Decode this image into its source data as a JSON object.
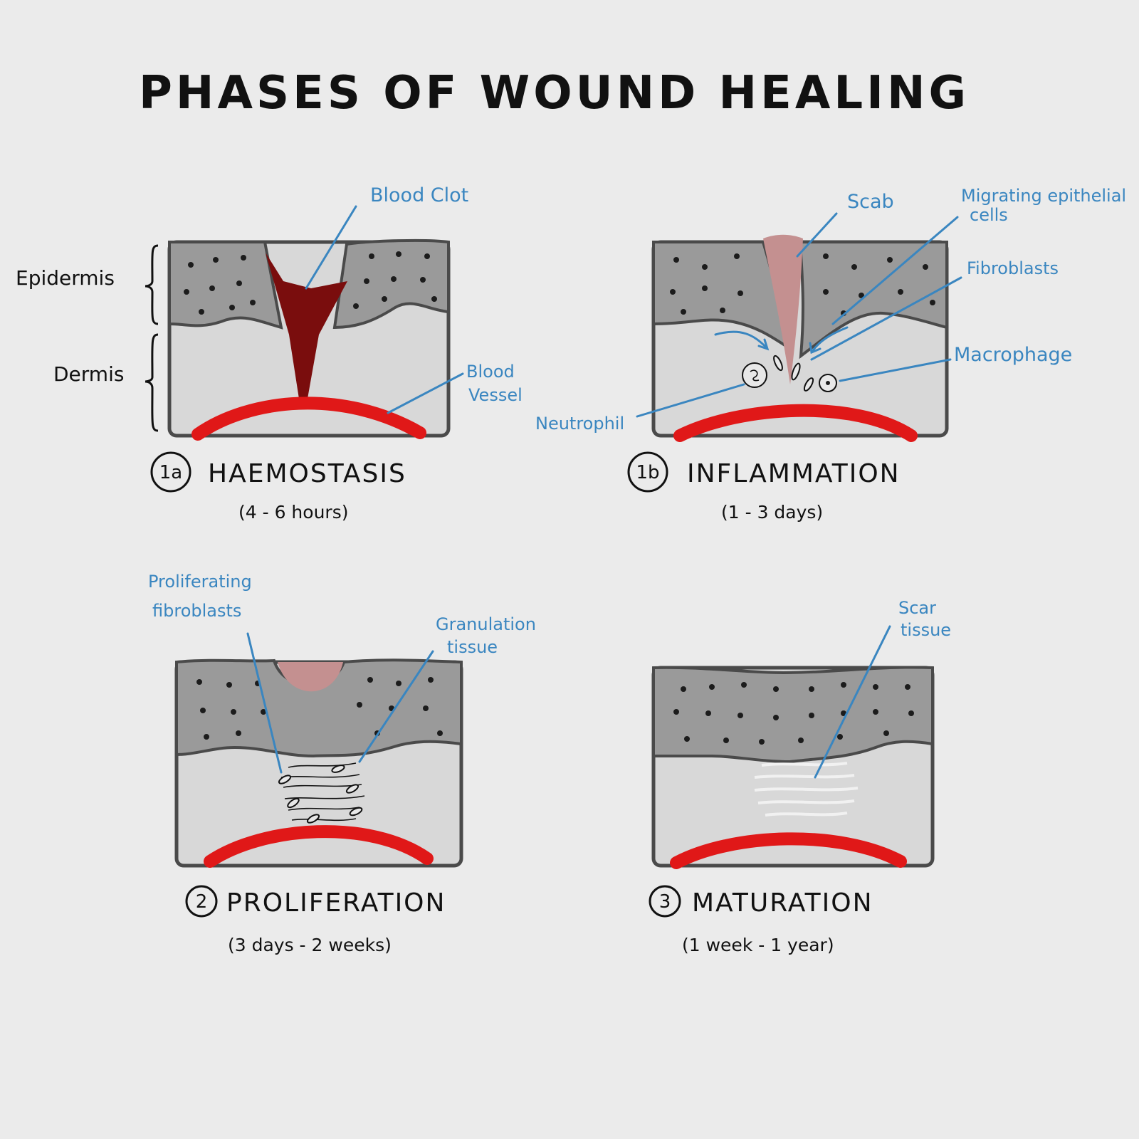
{
  "title": "PHASES OF WOUND HEALING",
  "layers": {
    "epidermis": "Epidermis",
    "dermis": "Dermis"
  },
  "panels": {
    "haemostasis": {
      "number": "1a",
      "name": "HAEMOSTASIS",
      "duration": "(4 - 6 hours)",
      "labels": {
        "blood_clot": "Blood Clot",
        "blood_vessel_1": "Blood",
        "blood_vessel_2": "Vessel"
      }
    },
    "inflammation": {
      "number": "1b",
      "name": "INFLAMMATION",
      "duration": "(1 - 3 days)",
      "labels": {
        "scab": "Scab",
        "migrating_1": "Migrating epithelial",
        "migrating_2": "cells",
        "fibroblasts": "Fibroblasts",
        "macrophage": "Macrophage",
        "neutrophil": "Neutrophil"
      }
    },
    "proliferation": {
      "number": "2",
      "name": "PROLIFERATION",
      "duration": "(3 days - 2 weeks)",
      "labels": {
        "prolif_1": "Proliferating",
        "prolif_2": "fibroblasts",
        "granulation_1": "Granulation",
        "granulation_2": "tissue"
      }
    },
    "maturation": {
      "number": "3",
      "name": "MATURATION",
      "duration": "(1 week - 1 year)",
      "labels": {
        "scar_1": "Scar",
        "scar_2": "tissue"
      }
    }
  },
  "colors": {
    "background": "#ebebeb",
    "label_blue": "#3a86c0",
    "blood_vessel": "#e01818",
    "blood_clot": "#7a0d0d",
    "scab": "#c49090",
    "epidermis": "#9a9a9a",
    "dermis": "#d8d8d8"
  }
}
